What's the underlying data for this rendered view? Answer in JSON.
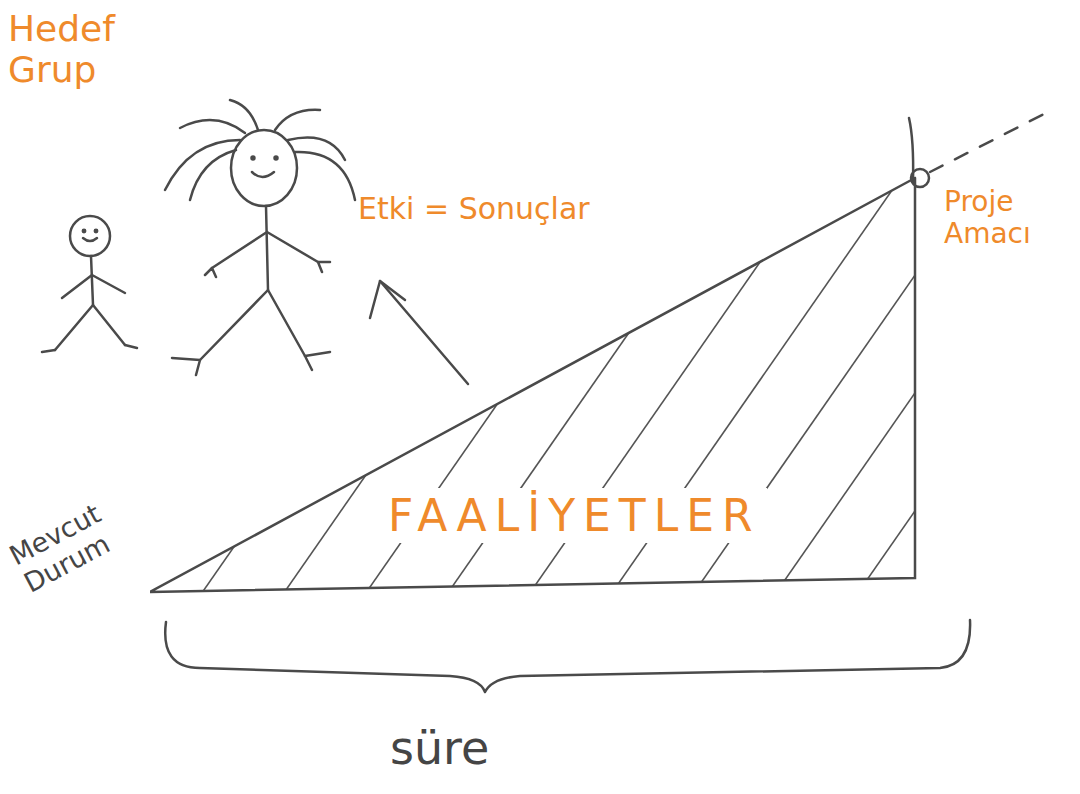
{
  "diagram": {
    "nodes": [
      {
        "text": [
          "FAALİYETLER"
        ]
      }
    ],
    "labels": [
      "Hedef Grup",
      "Etki = Sonuçlar",
      "Proje Amacı",
      "Mevcut Durum",
      "süre"
    ]
  }
}
